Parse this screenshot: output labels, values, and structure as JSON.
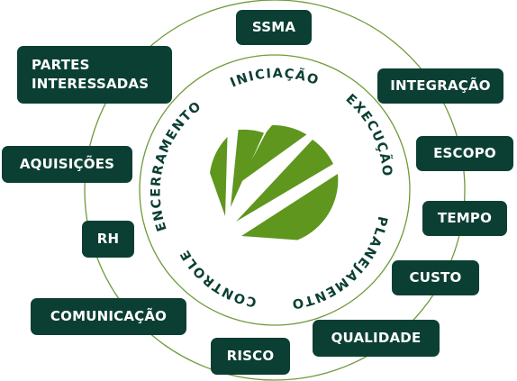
{
  "colors": {
    "ring": "#6f9a3a",
    "box": "#0b3f33",
    "box_text": "#ffffff",
    "phase_text": "#0b3f33",
    "logo": "#5e961e"
  },
  "logo": {
    "name": "leaf-rays-logo"
  },
  "phases": [
    {
      "id": "iniciacao",
      "label": "INICIAÇÃO"
    },
    {
      "id": "execucao",
      "label": "EXECUÇÃO"
    },
    {
      "id": "planejamento",
      "label": "PLANEJAMENTO"
    },
    {
      "id": "controle",
      "label": "CONTROLE"
    },
    {
      "id": "encerramento",
      "label": "ENCERRAMENTO"
    }
  ],
  "areas": [
    {
      "id": "ssma",
      "label": "SSMA"
    },
    {
      "id": "integracao",
      "label": "INTEGRAÇÃO"
    },
    {
      "id": "escopo",
      "label": "ESCOPO"
    },
    {
      "id": "tempo",
      "label": "TEMPO"
    },
    {
      "id": "custo",
      "label": "CUSTO"
    },
    {
      "id": "qualidade",
      "label": "QUALIDADE"
    },
    {
      "id": "risco",
      "label": "RISCO"
    },
    {
      "id": "comunicacao",
      "label": "COMUNICAÇÃO"
    },
    {
      "id": "rh",
      "label": "RH"
    },
    {
      "id": "aquisicoes",
      "label": "AQUISIÇÕES"
    },
    {
      "id": "partes-interessadas",
      "label": "PARTES\nINTERESSADAS"
    }
  ]
}
